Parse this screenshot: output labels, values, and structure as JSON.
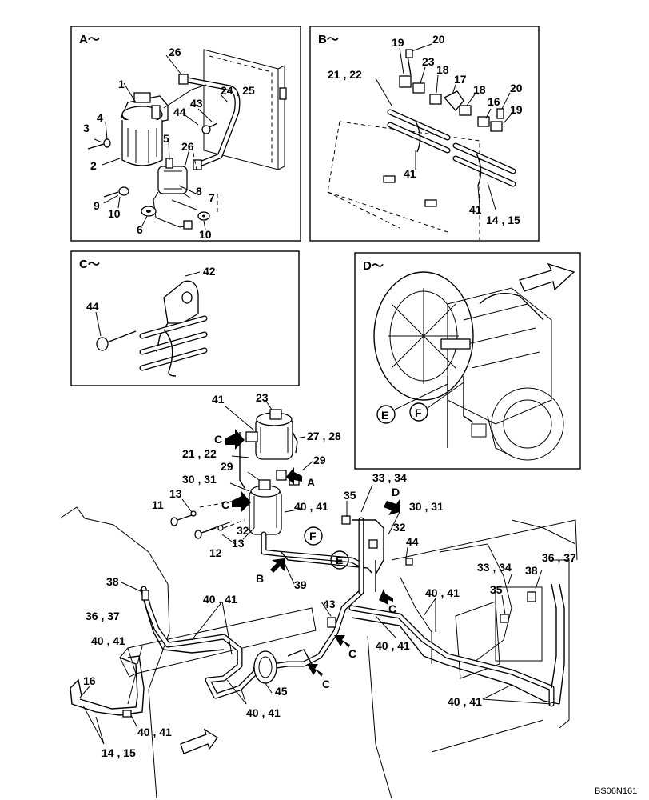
{
  "panels": {
    "a_title": "A～",
    "b_title": "B～",
    "c_title": "C～",
    "d_title": "D～"
  },
  "panel_a_labels": [
    "1",
    "3",
    "4",
    "2",
    "26",
    "24 , 25",
    "43",
    "44",
    "5",
    "26",
    "8",
    "7",
    "9",
    "10",
    "6",
    "10"
  ],
  "panel_b_labels": [
    "19",
    "20",
    "23",
    "18",
    "17",
    "18",
    "16",
    "20",
    "19",
    "21 , 22",
    "41",
    "41",
    "14 , 15"
  ],
  "panel_c_labels": [
    "42",
    "44"
  ],
  "panel_d_labels": [
    "E",
    "F"
  ],
  "main_labels": [
    "41",
    "23",
    "C",
    "27 , 28",
    "21 , 22",
    "29",
    "29",
    "A",
    "30 , 31",
    "13",
    "11",
    "C",
    "40 , 41",
    "32",
    "13",
    "12",
    "33 , 34",
    "D",
    "35",
    "30 , 31",
    "32",
    "F",
    "E",
    "44",
    "B",
    "39",
    "43",
    "C",
    "33 , 34",
    "36 , 37",
    "38",
    "35",
    "40 , 41",
    "C",
    "40 , 41",
    "38",
    "36 , 37",
    "40 , 41",
    "40 , 41",
    "45",
    "C",
    "16",
    "40 , 41",
    "40 , 41",
    "14 , 15",
    "40 , 41"
  ],
  "drawing_code": "BS06N161"
}
